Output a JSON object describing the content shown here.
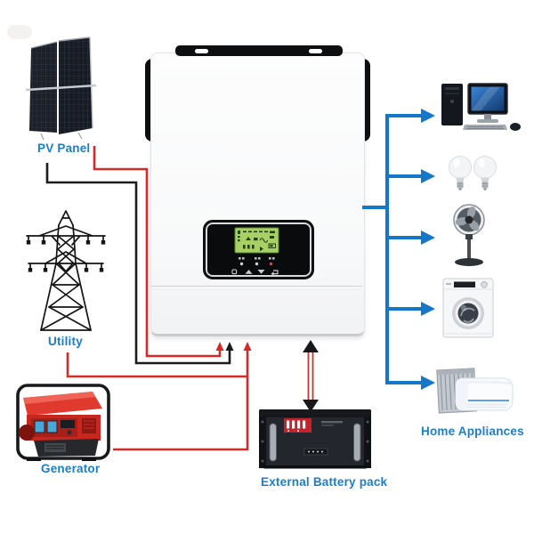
{
  "diagram": {
    "kind": "solar-hybrid-inverter-wiring-diagram"
  },
  "labels": {
    "pv_panel": "PV Panel",
    "utility": "Utility",
    "generator": "Generator",
    "external_battery": "External Battery pack",
    "home_appliances": "Home Appliances"
  },
  "components": {
    "sources": [
      {
        "id": "pv-panel",
        "icon": "solar-panel-icon",
        "wires": [
          "black",
          "red"
        ]
      },
      {
        "id": "utility-grid",
        "icon": "transmission-tower-icon",
        "wires": [
          "red"
        ]
      },
      {
        "id": "generator",
        "icon": "generator-icon",
        "wires": [
          "red"
        ]
      }
    ],
    "inverter": {
      "id": "hybrid-inverter",
      "display": "green-lcd",
      "indicator_count": 3,
      "button_count": 4
    },
    "storage": {
      "id": "external-battery-pack",
      "icon": "rack-battery-icon",
      "connection": "bidirectional-arrow"
    },
    "loads": {
      "feeder": "blue-distribution-line",
      "branch_count": 5,
      "items": [
        "desktop-computer-icon",
        "light-bulbs-icon",
        "pedestal-fan-icon",
        "washing-machine-icon",
        "air-conditioner-icon"
      ]
    }
  },
  "colors": {
    "label_blue": "#1a7ec9",
    "arrow_blue": "#1577c8",
    "wire_red": "#d62a28",
    "wire_black": "#1c1c1c",
    "lcd_green": "#a8d066"
  }
}
